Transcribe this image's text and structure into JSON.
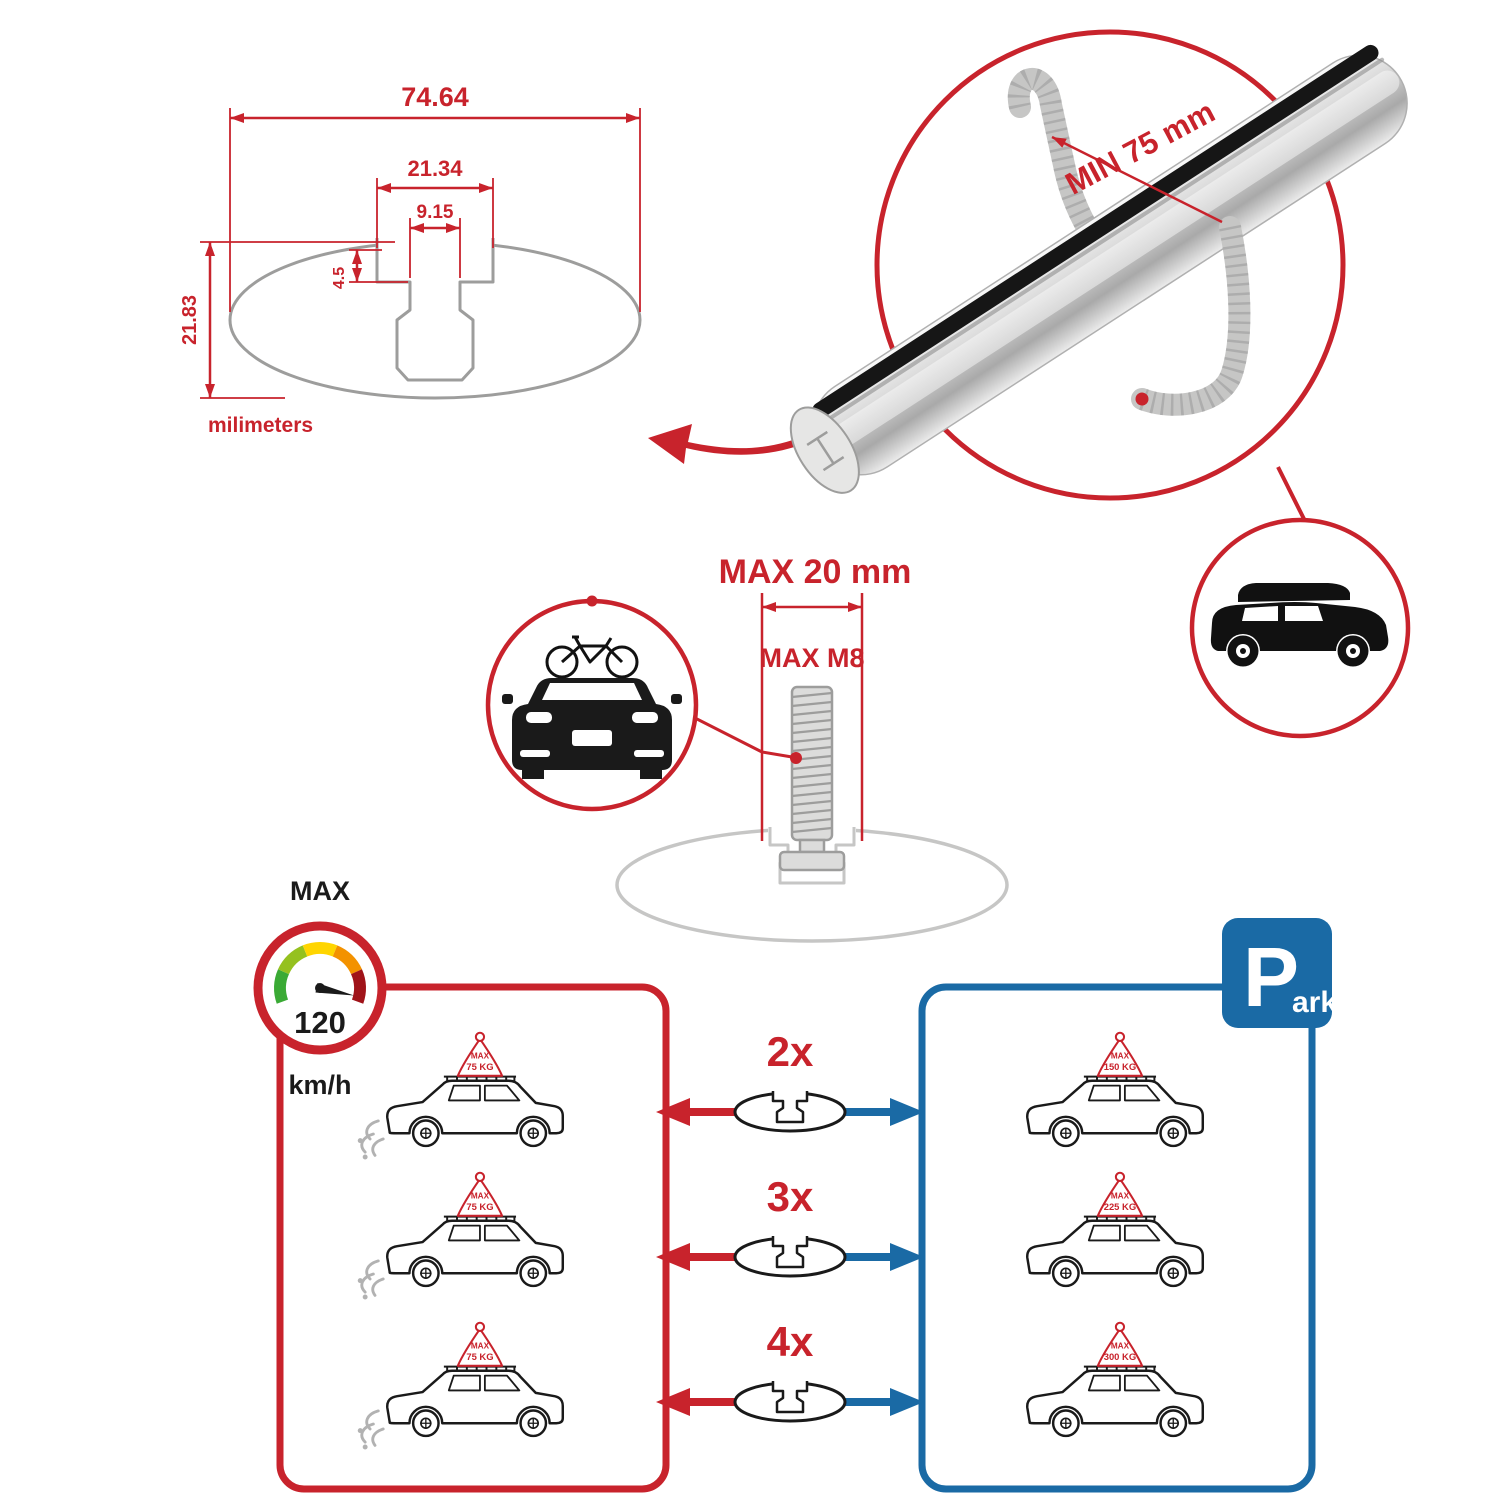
{
  "colors": {
    "red": "#C8232C",
    "blue": "#1A6AA5",
    "gray": "#9D9D9C",
    "light_gray": "#C6C6C5",
    "black": "#1A1A1A"
  },
  "dimension_drawing": {
    "total_width": "74.64",
    "slot_outer_width": "21.34",
    "slot_inner_width": "9.15",
    "slot_depth": "4.5",
    "total_height": "21.83",
    "units_label": "milimeters"
  },
  "crossbar": {
    "min_clamp_span": "MIN 75 mm"
  },
  "bolt": {
    "max_width": "MAX 20 mm",
    "max_thread": "MAX M8"
  },
  "speed_limit": {
    "label": "MAX",
    "value": "120",
    "units": "km/h"
  },
  "parking_sign": {
    "letter": "P",
    "suffix": "ark"
  },
  "load_capacity": {
    "multipliers": [
      {
        "label": "2x"
      },
      {
        "label": "3x"
      },
      {
        "label": "4x"
      }
    ],
    "driving_cars": [
      {
        "max_label": "MAX",
        "weight": "75 KG"
      },
      {
        "max_label": "MAX",
        "weight": "75 KG"
      },
      {
        "max_label": "MAX",
        "weight": "75 KG"
      }
    ],
    "parked_cars": [
      {
        "max_label": "MAX",
        "weight": "150 KG"
      },
      {
        "max_label": "MAX",
        "weight": "225 KG"
      },
      {
        "max_label": "MAX",
        "weight": "300 KG"
      }
    ]
  }
}
